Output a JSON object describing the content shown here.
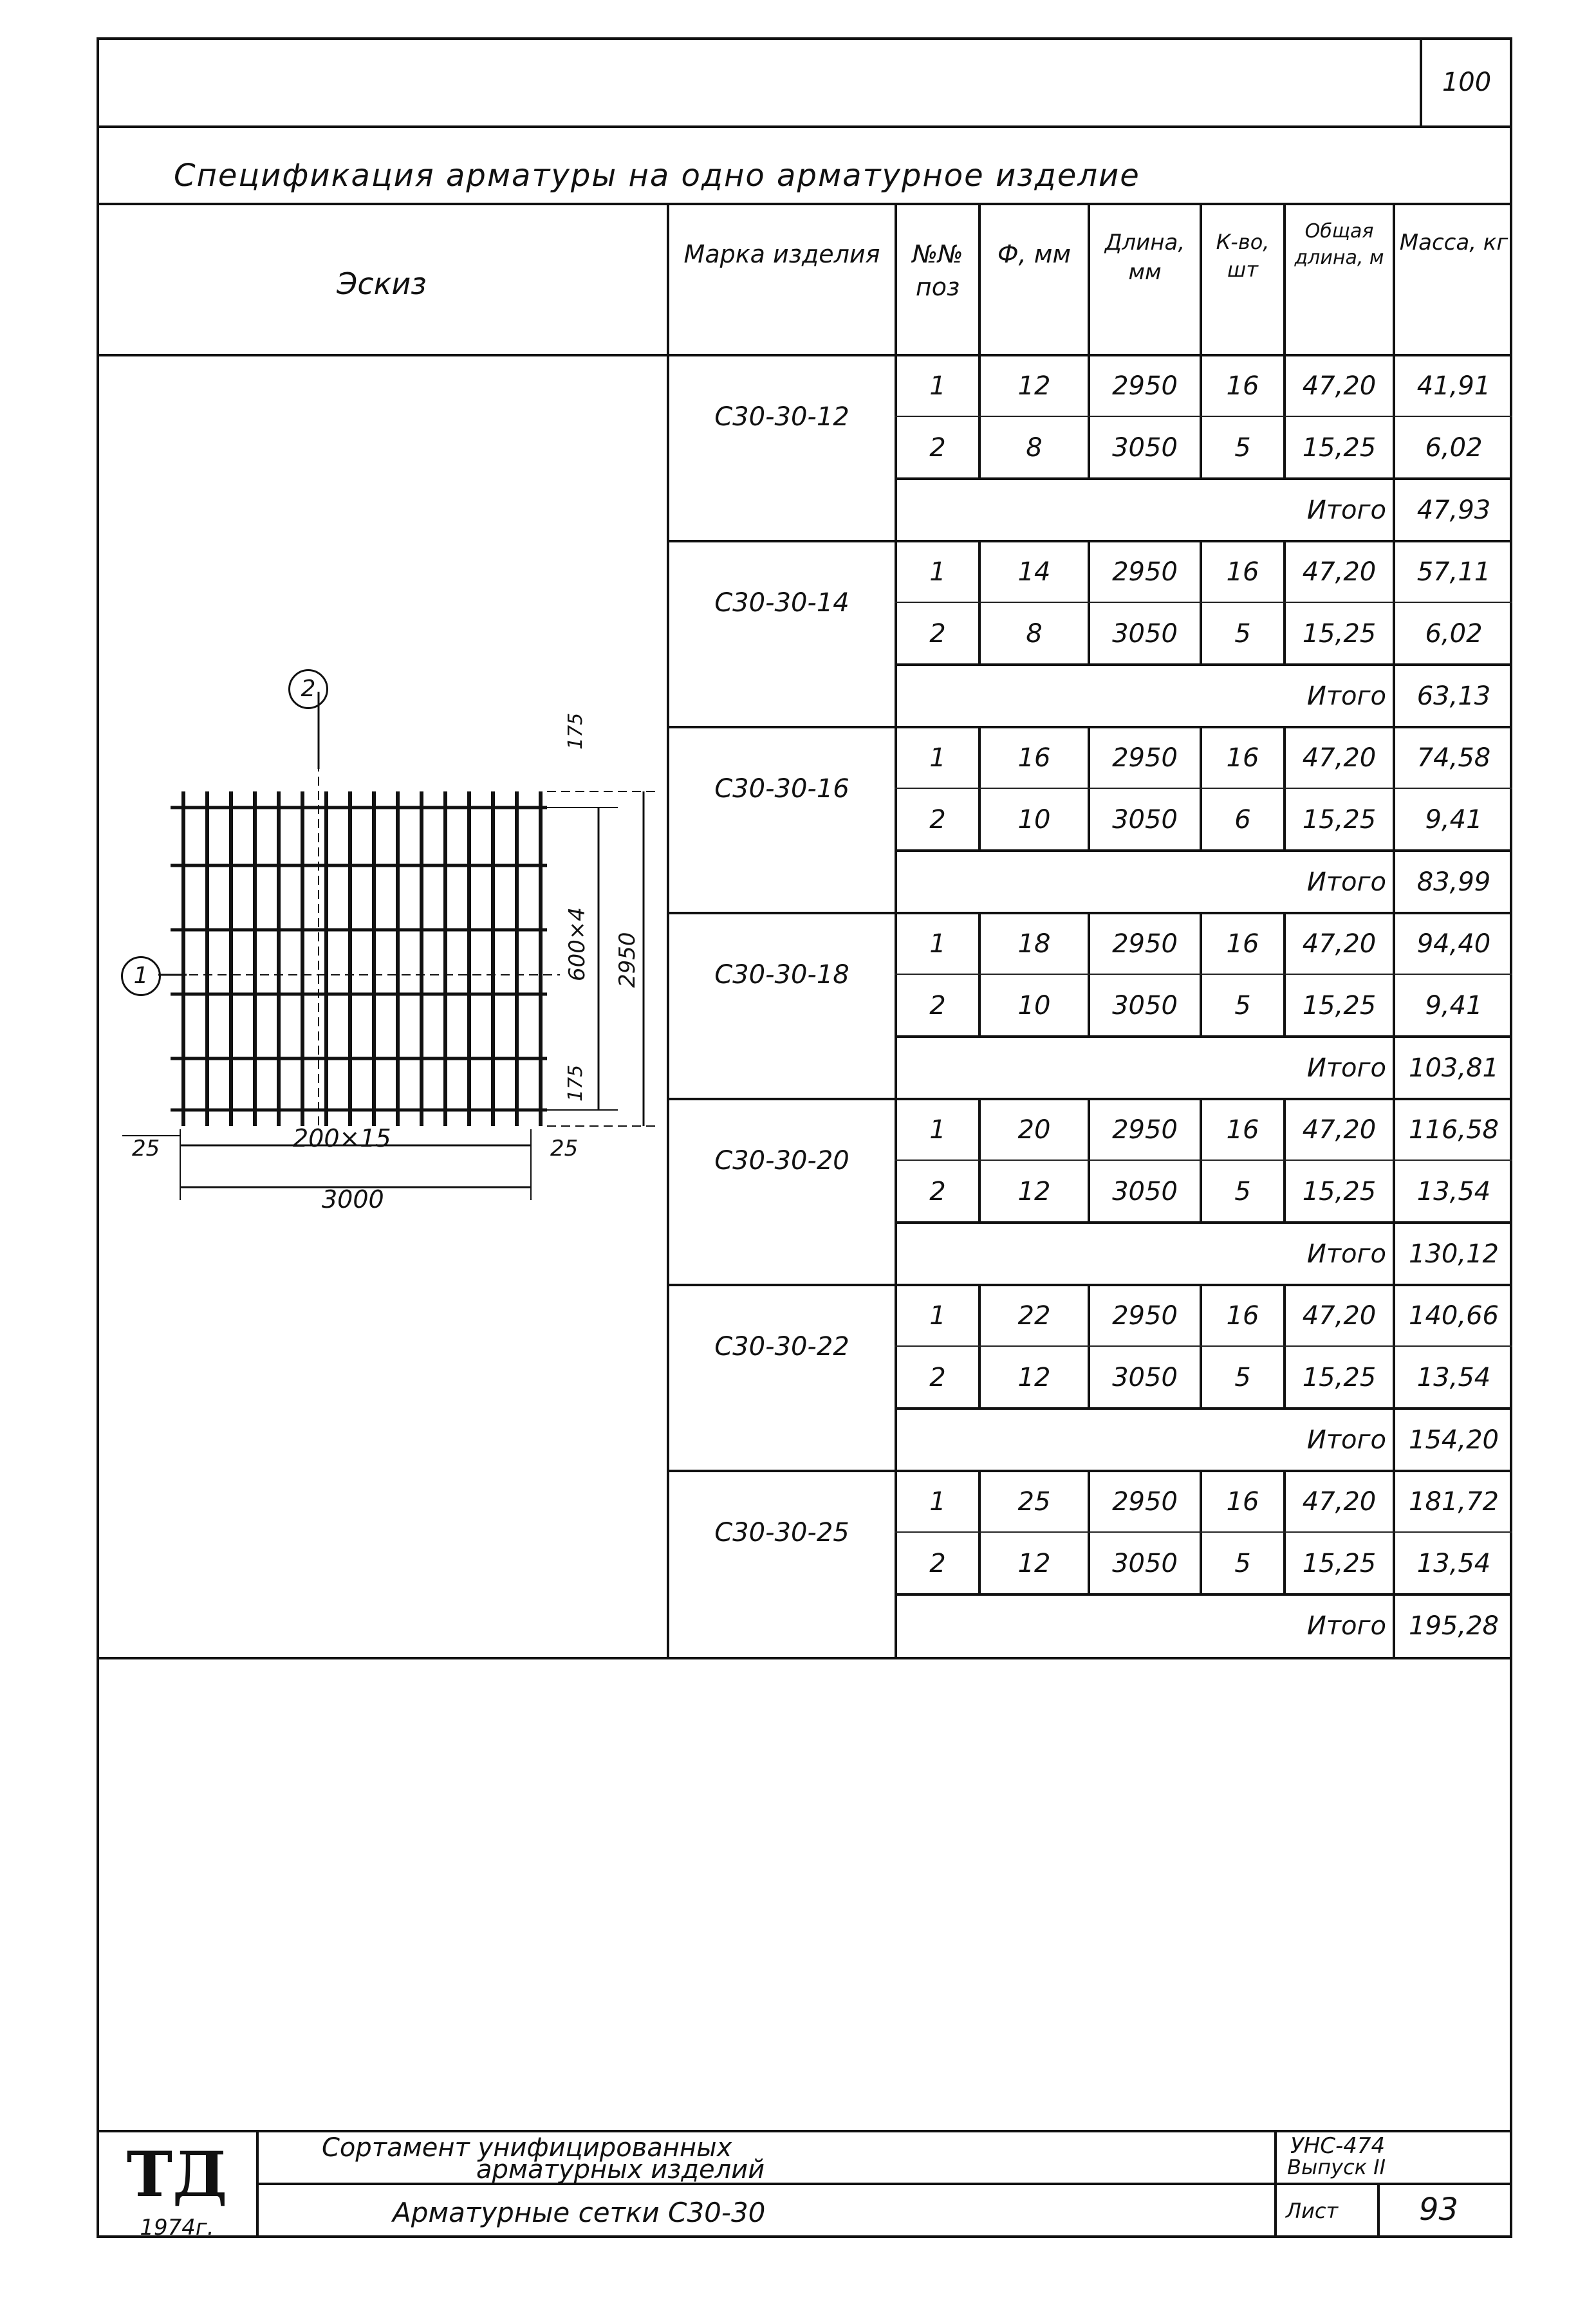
{
  "sheet_number": "100",
  "title": "Спецификация арматуры на одно арматурное изделие",
  "headers": {
    "sketch": "Эскиз",
    "mark": "Марка изделия",
    "pos": "№№ поз",
    "diam": "Ф, мм",
    "length": "Длина, мм",
    "count": "К-во, шт",
    "total_length": "Общая длина, м",
    "mass": "Масса, кг"
  },
  "total_label": "Итого",
  "groups": [
    {
      "mark": "С30-30-12",
      "rows": [
        {
          "pos": "1",
          "diam": "12",
          "length": "2950",
          "count": "16",
          "total": "47,20",
          "mass": "41,91"
        },
        {
          "pos": "2",
          "diam": "8",
          "length": "3050",
          "count": "5",
          "total": "15,25",
          "mass": "6,02"
        }
      ],
      "sum": "47,93"
    },
    {
      "mark": "С30-30-14",
      "rows": [
        {
          "pos": "1",
          "diam": "14",
          "length": "2950",
          "count": "16",
          "total": "47,20",
          "mass": "57,11"
        },
        {
          "pos": "2",
          "diam": "8",
          "length": "3050",
          "count": "5",
          "total": "15,25",
          "mass": "6,02"
        }
      ],
      "sum": "63,13"
    },
    {
      "mark": "С30-30-16",
      "rows": [
        {
          "pos": "1",
          "diam": "16",
          "length": "2950",
          "count": "16",
          "total": "47,20",
          "mass": "74,58"
        },
        {
          "pos": "2",
          "diam": "10",
          "length": "3050",
          "count": "6",
          "total": "15,25",
          "mass": "9,41"
        }
      ],
      "sum": "83,99"
    },
    {
      "mark": "С30-30-18",
      "rows": [
        {
          "pos": "1",
          "diam": "18",
          "length": "2950",
          "count": "16",
          "total": "47,20",
          "mass": "94,40"
        },
        {
          "pos": "2",
          "diam": "10",
          "length": "3050",
          "count": "5",
          "total": "15,25",
          "mass": "9,41"
        }
      ],
      "sum": "103,81"
    },
    {
      "mark": "С30-30-20",
      "rows": [
        {
          "pos": "1",
          "diam": "20",
          "length": "2950",
          "count": "16",
          "total": "47,20",
          "mass": "116,58"
        },
        {
          "pos": "2",
          "diam": "12",
          "length": "3050",
          "count": "5",
          "total": "15,25",
          "mass": "13,54"
        }
      ],
      "sum": "130,12"
    },
    {
      "mark": "С30-30-22",
      "rows": [
        {
          "pos": "1",
          "diam": "22",
          "length": "2950",
          "count": "16",
          "total": "47,20",
          "mass": "140,66"
        },
        {
          "pos": "2",
          "diam": "12",
          "length": "3050",
          "count": "5",
          "total": "15,25",
          "mass": "13,54"
        }
      ],
      "sum": "154,20"
    },
    {
      "mark": "С30-30-25",
      "rows": [
        {
          "pos": "1",
          "diam": "25",
          "length": "2950",
          "count": "16",
          "total": "47,20",
          "mass": "181,72"
        },
        {
          "pos": "2",
          "diam": "12",
          "length": "3050",
          "count": "5",
          "total": "15,25",
          "mass": "13,54"
        }
      ],
      "sum": "195,28"
    }
  ],
  "drawing": {
    "callout_1": "1",
    "callout_2": "2",
    "dim_bottom_span": "200×15",
    "dim_bottom_total": "3000",
    "dim_left_edge": "25",
    "dim_right_edge": "25",
    "dim_right_span": "600×4",
    "dim_right_total": "2950",
    "dim_top_edge": "175",
    "dim_bottom_edge": "175"
  },
  "stamp": {
    "logo": "ТД",
    "year": "1974г.",
    "title_line1": "Сортамент унифицированных",
    "title_line2": "арматурных изделий",
    "subtitle": "Арматурные сетки С30-30",
    "code_line1": "УНС-474",
    "code_line2": "Выпуск II",
    "sheet_label": "Лист",
    "sheet_value": "93"
  }
}
